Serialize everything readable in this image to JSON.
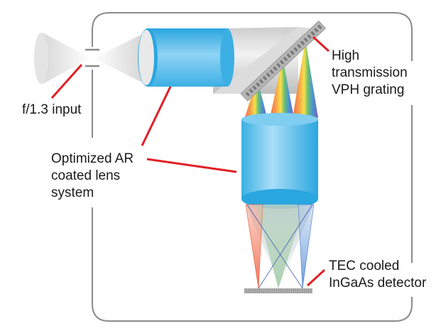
{
  "title": "Spectrometer optical layout",
  "labels": {
    "input": "f/1.3 input",
    "lens": [
      "Optimized AR",
      "coated lens",
      "system"
    ],
    "grating": [
      "High",
      "transmission",
      "VPH grating"
    ],
    "detector": [
      "TEC cooled",
      "InGaAs detector"
    ]
  },
  "components": [
    {
      "name": "input-slit",
      "label": "f/1.3 input"
    },
    {
      "name": "collimating-lens",
      "label": "Optimized AR coated lens system"
    },
    {
      "name": "vph-grating",
      "label": "High transmission VPH grating"
    },
    {
      "name": "focusing-lens",
      "label": "Optimized AR coated lens system"
    },
    {
      "name": "detector-array",
      "label": "TEC cooled InGaAs detector"
    }
  ],
  "colors": {
    "callout": "#e21f26",
    "enclosure": "#8a8a8a",
    "lens": "#3fb4e6",
    "spectrum": [
      "#f26b4a",
      "#f7e04a",
      "#6cc070",
      "#4a90d9",
      "#7b5ea7"
    ],
    "detector_rays": [
      "#f26b4a",
      "#5aa865",
      "#5b8fd6"
    ]
  }
}
